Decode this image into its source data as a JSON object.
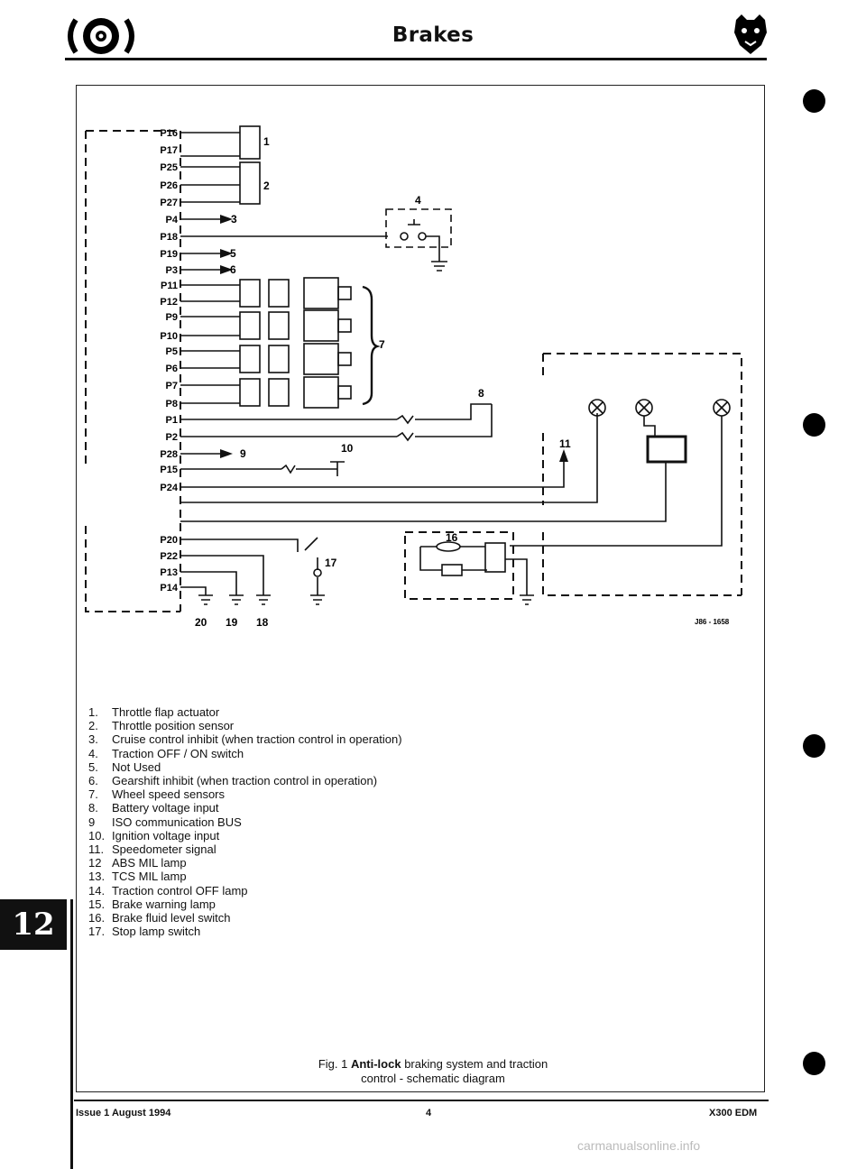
{
  "header": {
    "title": "Brakes"
  },
  "diagram": {
    "pins": [
      "P16",
      "P17",
      "P25",
      "P26",
      "P27",
      "P4",
      "P18",
      "P19",
      "P3",
      "P11",
      "P12",
      "P9",
      "P10",
      "P5",
      "P6",
      "P7",
      "P8",
      "P1",
      "P2",
      "P28",
      "P15",
      "P24",
      "P20",
      "P22",
      "P13",
      "P14"
    ],
    "callouts": [
      "1",
      "2",
      "3",
      "4",
      "5",
      "6",
      "7",
      "8",
      "9",
      "10",
      "11",
      "16",
      "17",
      "20",
      "19",
      "18"
    ],
    "ref": "J86 - 1658"
  },
  "legend": [
    {
      "num": "1.",
      "text": "Throttle flap actuator"
    },
    {
      "num": "2.",
      "text": "Throttle position sensor"
    },
    {
      "num": "3.",
      "text": "Cruise control inhibit (when traction control in operation)"
    },
    {
      "num": "4.",
      "text": "Traction OFF / ON switch"
    },
    {
      "num": "5.",
      "text": "Not Used"
    },
    {
      "num": "6.",
      "text": "Gearshift inhibit (when traction control in operation)"
    },
    {
      "num": "7.",
      "text": "Wheel speed sensors"
    },
    {
      "num": "8.",
      "text": "Battery voltage input"
    },
    {
      "num": "9",
      "text": "ISO communication BUS"
    },
    {
      "num": "10.",
      "text": "Ignition voltage input"
    },
    {
      "num": "11.",
      "text": "Speedometer signal"
    },
    {
      "num": "12",
      "text": "ABS MIL lamp"
    },
    {
      "num": "13.",
      "text": "TCS MIL lamp"
    },
    {
      "num": "14.",
      "text": "Traction control OFF lamp"
    },
    {
      "num": "15.",
      "text": "Brake warning lamp"
    },
    {
      "num": "16.",
      "text": "Brake fluid level switch"
    },
    {
      "num": "17.",
      "text": "Stop lamp switch"
    }
  ],
  "caption": {
    "prefix": "Fig. 1",
    "bold": "Anti-lock",
    "line1_rest": "braking system and traction",
    "line2": "control - schematic diagram"
  },
  "footer": {
    "issue": "Issue 1 August 1994",
    "page": "4",
    "doc": "X300 EDM"
  },
  "tab": {
    "section": "12"
  },
  "watermark": "carmanualsonline.info",
  "icons": {
    "left_logo": "brake-disc-logo-icon",
    "right_logo": "jaguar-head-logo-icon"
  }
}
